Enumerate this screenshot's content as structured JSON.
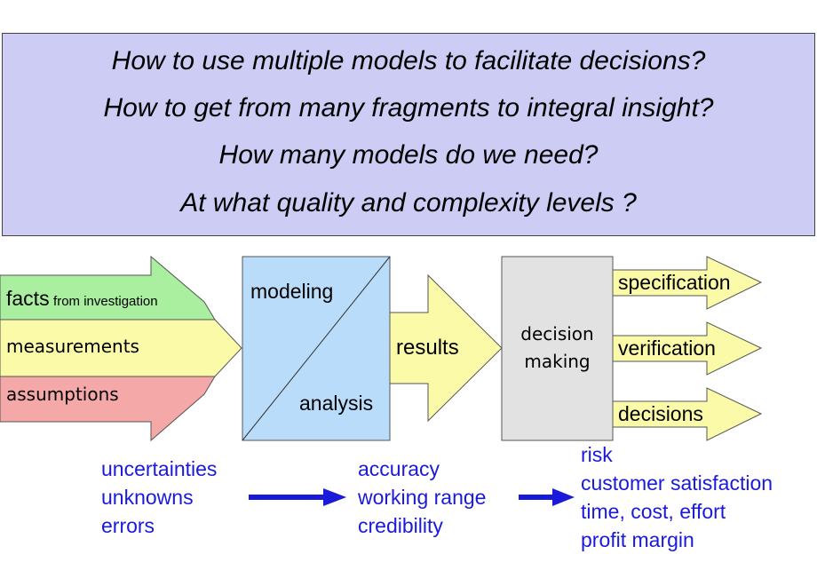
{
  "questions": [
    "How to use multiple models to facilitate decisions?",
    "How to get from many fragments to integral insight?",
    "How many models do we need?",
    "At what quality and complexity levels ?"
  ],
  "inputs": {
    "facts_main": "facts",
    "facts_sub": "from investigation",
    "measurements": "measurements",
    "assumptions": "assumptions"
  },
  "model_box": {
    "top": "modeling",
    "bottom": "analysis"
  },
  "results": "results",
  "decision_box": {
    "line1": "decision",
    "line2": "making"
  },
  "outputs": [
    "specification",
    "verification",
    "decisions"
  ],
  "bottom": {
    "input_qualities": [
      "uncertainties",
      "unknowns",
      "errors"
    ],
    "result_qualities": [
      "accuracy",
      "working range",
      "credibility"
    ],
    "decision_factors": [
      "risk",
      "customer satisfaction",
      "time, cost, effort",
      "profit margin"
    ]
  },
  "colors": {
    "question_bg": "#ccccf5",
    "facts": "#aaeea0",
    "measurements": "#fafaa8",
    "assumptions": "#f5a8a8",
    "model_box": "#b9dcfa",
    "arrow_yellow": "#fafaa8",
    "decision_box": "#e2e2e2",
    "blue_text": "#1a1adb"
  }
}
